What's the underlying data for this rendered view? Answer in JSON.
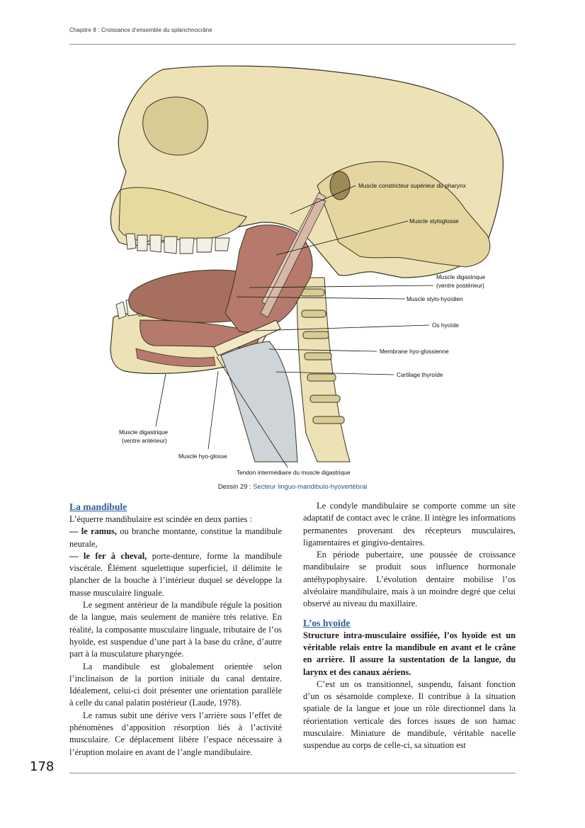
{
  "header": {
    "running_title": "Chapitre 8 : Croissance d’ensemble du splanchnocrâne"
  },
  "figure": {
    "labels": {
      "constricteur": "Muscle constricteur supérieur du pharynx",
      "styloglosse": "Muscle styloglosse",
      "digastrique_post_1": "Muscle digastrique",
      "digastrique_post_2": "(ventre postérieur)",
      "stylohyoidien": "Muscle stylo-hyoïdien",
      "os_hyoide": "Os hyoïde",
      "membrane": "Membrane hyo-glossienne",
      "cartilage": "Cartilage thyroïde",
      "digastrique_ant_1": "Muscle digastrique",
      "digastrique_ant_2": "(ventre antérieur)",
      "hyoglosse": "Muscle hyo-glosse",
      "tendon": "Tendon intermédiaire du muscle digastrique"
    },
    "caption_prefix": "Dessin 29 : ",
    "caption_title": "Secteur linguo-mandibulo-hyovertébral"
  },
  "left_column": {
    "title": "La mandibule",
    "intro": "L’équerre mandibulaire est scindée en deux parties :",
    "item1_bold": "— le ramus,",
    "item1_text": " ou branche montante, constitue la mandibule neurale,",
    "item2_bold": "— le fer à cheval,",
    "item2_text": " porte-denture, forme la mandibule viscérale. Élément squelettique superficiel, il délimite le plancher de la bouche à l’intérieur duquel se développe la masse musculaire linguale.",
    "p2": "Le segment antérieur de la mandibule régule la position de la langue, mais seulement de manière très relative. En réalité, la composante musculaire linguale, tributaire de l’os hyoïde, est suspendue d’une part à la base du crâne, d’autre part à la musculature pharyngée.",
    "p3": "La mandibule est globalement orientée selon l’inclinaison de la portion initiale du canal dentaire. Idéalement, celui-ci doit présenter une orientation parallèle à celle du canal palatin postérieur (Laude, 1978).",
    "p4": "Le ramus subit une dérive vers l’arrière sous l’effet de phénomènes d’apposition résorption liés à l’activité musculaire. Ce déplacement libère l’espace nécessaire à l’éruption molaire en avant de l’angle mandibulaire."
  },
  "right_column": {
    "p1": "Le condyle mandibulaire se comporte comme un site adaptatif de contact avec le crâne. Il intègre les informations permanentes provenant des récepteurs musculaires, ligamentaires et gingivo-dentaires.",
    "p2": "En période pubertaire, une poussée de croissance mandibulaire se produit sous influence hormonale antéhypophysaire. L’évolution dentaire mobilise l’os alvéolaire mandibulaire, mais à un moindre degré que celui observé au niveau du maxillaire.",
    "title": "L’os hyoïde",
    "lede": "Structure intra-musculaire ossifiée, l’os hyoïde est un véritable relais entre la mandibule en avant et le crâne en arrière. Il assure la sustentation de la langue, du larynx et des canaux aériens.",
    "p3": "C’est un os transitionnel, suspendu, faisant fonction d’un os sésamoïde complexe. Il contribue à la situation spatiale de la langue et joue un rôle directionnel dans la réorientation verticale des forces issues de son hamac musculaire. Miniature de mandibule, véritable nacelle suspendue au corps de celle-ci, sa situation est"
  },
  "footer": {
    "page_number": "178"
  },
  "colors": {
    "bone": "#ede2b5",
    "muscle": "#b57a6b",
    "tongue": "#a66f5e",
    "heading_blue": "#2f5b9e",
    "cartilage": "#cfd4d8"
  }
}
